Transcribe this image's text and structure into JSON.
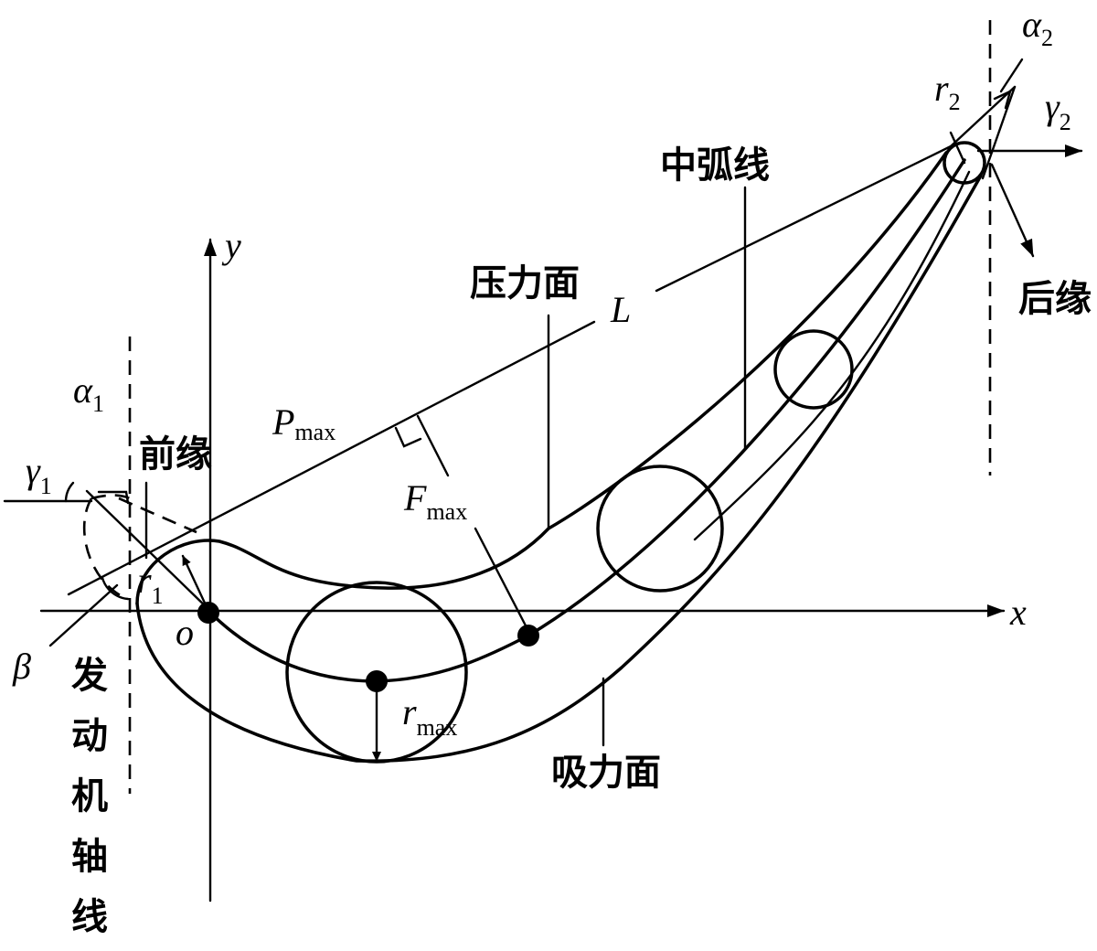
{
  "labels": {
    "x_axis": "x",
    "y_axis": "y",
    "origin": "o",
    "leading_edge": "前缘",
    "trailing_edge": "后缘",
    "camber_line": "中弧线",
    "pressure_surface": "压力面",
    "suction_surface": "吸力面",
    "engine_axis": [
      "发",
      "动",
      "机",
      "轴",
      "线"
    ],
    "chord": "L",
    "beta": "β",
    "alpha1": {
      "base": "α",
      "sub": "1"
    },
    "alpha2": {
      "base": "α",
      "sub": "2"
    },
    "gamma1": {
      "base": "γ",
      "sub": "1"
    },
    "gamma2": {
      "base": "γ",
      "sub": "2"
    },
    "r1": {
      "base": "r",
      "sub": "1"
    },
    "r2": {
      "base": "r",
      "sub": "2"
    },
    "rmax": {
      "base": "r",
      "sub": "max"
    },
    "pmax": {
      "base": "P",
      "sub": "max"
    },
    "fmax": {
      "base": "F",
      "sub": "max"
    }
  }
}
